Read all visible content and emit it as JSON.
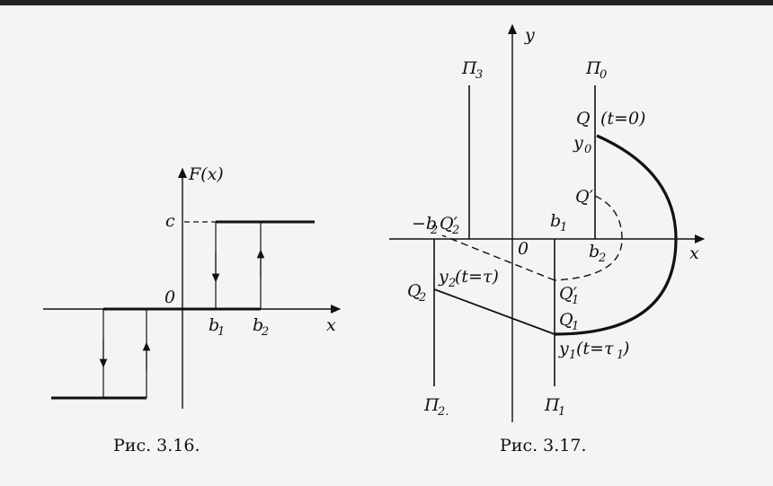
{
  "figure_1": {
    "caption": "Рис. 3.16.",
    "y_label": "F(x)",
    "x_label": "x",
    "level_label": "c",
    "origin_label": "0",
    "b1_label": "b",
    "b1_sub": "1",
    "b2_label": "b",
    "b2_sub": "2"
  },
  "figure_2": {
    "caption": "Рис. 3.17.",
    "y_label": "y",
    "x_label": "x",
    "origin_label": "0",
    "pi0": "П",
    "pi0_sub": "0",
    "pi1": "П",
    "pi1_sub": "1",
    "pi2": "П",
    "pi2_sub": "2.",
    "pi3": "П",
    "pi3_sub": "3",
    "Q_label": "Q",
    "t0_label": "(t=0)",
    "y0": "y",
    "y0_sub": "0",
    "Qp": "Q′",
    "neg_b2": "−b",
    "neg_b2_sub": "2",
    "Q2p": "Q′",
    "Q2p_sub": "2",
    "b1": "b",
    "b1_sub": "1",
    "b2": "b",
    "b2_sub": "2",
    "Q1p": "Q′",
    "Q1p_sub": "1",
    "Q1": "Q",
    "Q1_sub": "1",
    "y1": "y",
    "y1_sub": "1",
    "y1_t": "(t=τ",
    "y1_t_sub": "1",
    "y1_t_end": ")",
    "Q2": "Q",
    "Q2_sub": "2",
    "y2": "y",
    "y2_sub": "2",
    "y2_t": "(t=τ)"
  }
}
